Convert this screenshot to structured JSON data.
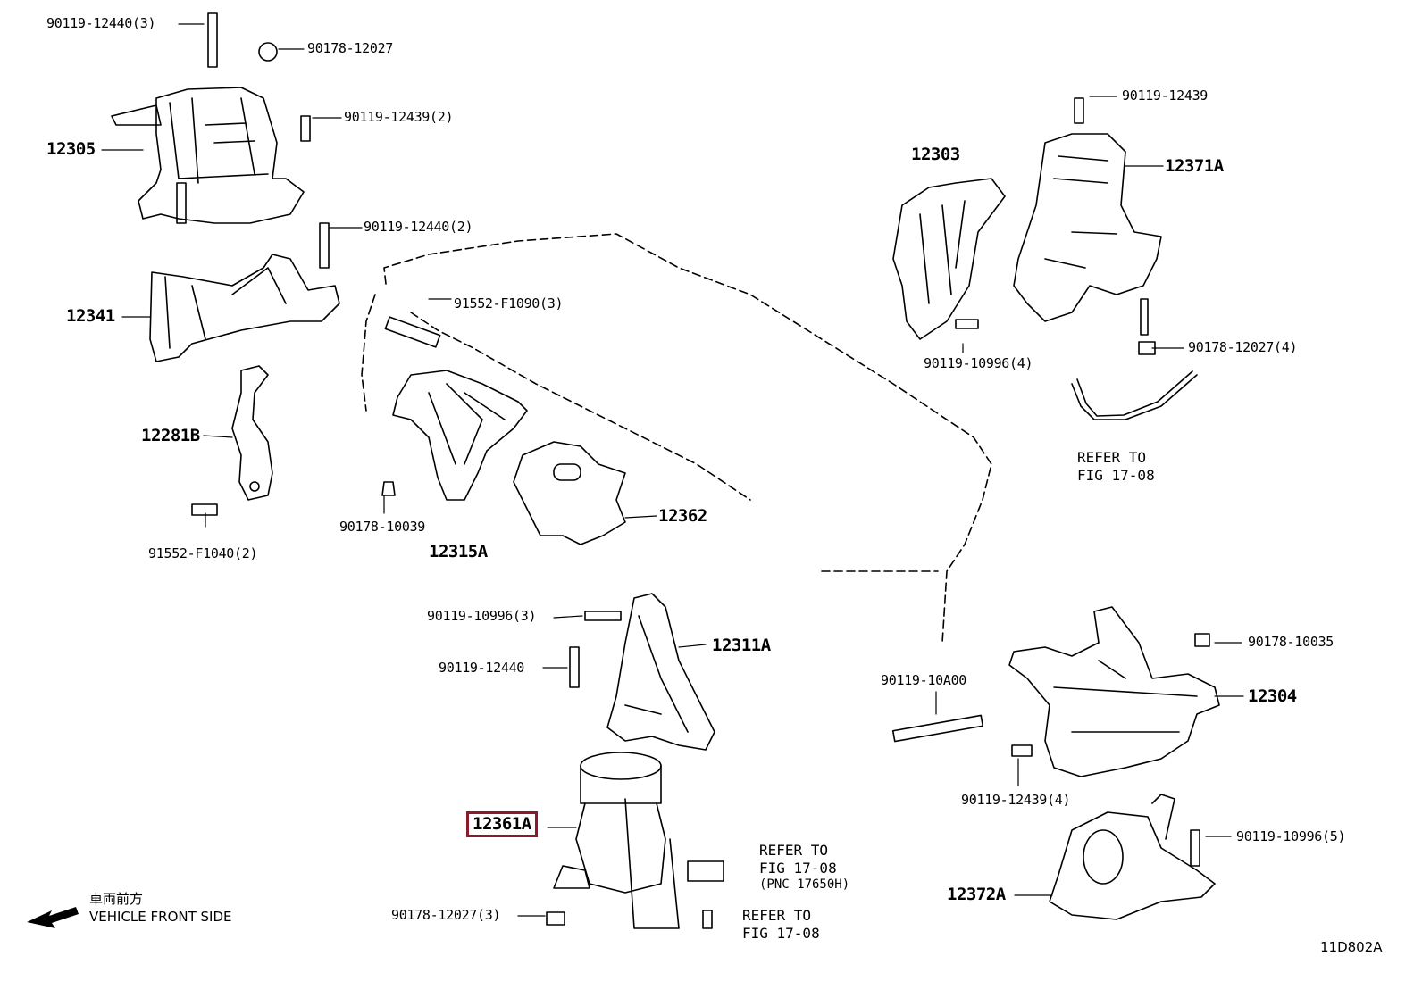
{
  "diagram_code": "11D802A",
  "front_indicator": {
    "jp": "車両前方",
    "en": "VEHICLE FRONT SIDE"
  },
  "parts": [
    {
      "id": "p12305",
      "label": "12305"
    },
    {
      "id": "p12341",
      "label": "12341"
    },
    {
      "id": "p12281B",
      "label": "12281B"
    },
    {
      "id": "p12315A",
      "label": "12315A"
    },
    {
      "id": "p12362",
      "label": "12362"
    },
    {
      "id": "p12303",
      "label": "12303"
    },
    {
      "id": "p12371A",
      "label": "12371A"
    },
    {
      "id": "p12311A",
      "label": "12311A"
    },
    {
      "id": "p12304",
      "label": "12304"
    },
    {
      "id": "p12361A",
      "label": "12361A",
      "highlighted": true
    },
    {
      "id": "p12372A",
      "label": "12372A"
    }
  ],
  "fasteners": [
    {
      "id": "f1",
      "label": "90119-12440(3)"
    },
    {
      "id": "f2",
      "label": "90178-12027"
    },
    {
      "id": "f3",
      "label": "90119-12439(2)"
    },
    {
      "id": "f4",
      "label": "90119-12440(2)"
    },
    {
      "id": "f5",
      "label": "91552-F1090(3)"
    },
    {
      "id": "f6",
      "label": "90178-10039"
    },
    {
      "id": "f7",
      "label": "91552-F1040(2)"
    },
    {
      "id": "f8",
      "label": "90119-12439"
    },
    {
      "id": "f9",
      "label": "90119-10996(4)"
    },
    {
      "id": "f10",
      "label": "90178-12027(4)"
    },
    {
      "id": "f11",
      "label": "90119-10996(3)"
    },
    {
      "id": "f12",
      "label": "90119-12440"
    },
    {
      "id": "f13",
      "label": "90178-10035"
    },
    {
      "id": "f14",
      "label": "90119-10A00"
    },
    {
      "id": "f15",
      "label": "90119-12439(4)"
    },
    {
      "id": "f16",
      "label": "90119-10996(5)"
    },
    {
      "id": "f17",
      "label": "90178-12027(3)"
    }
  ],
  "references": [
    {
      "id": "r1",
      "lines": [
        "REFER TO",
        "FIG 17-08"
      ]
    },
    {
      "id": "r2",
      "lines": [
        "REFER TO",
        "FIG 17-08",
        "(PNC 17650H)"
      ]
    },
    {
      "id": "r3",
      "lines": [
        "REFER TO",
        "FIG 17-08"
      ]
    }
  ]
}
